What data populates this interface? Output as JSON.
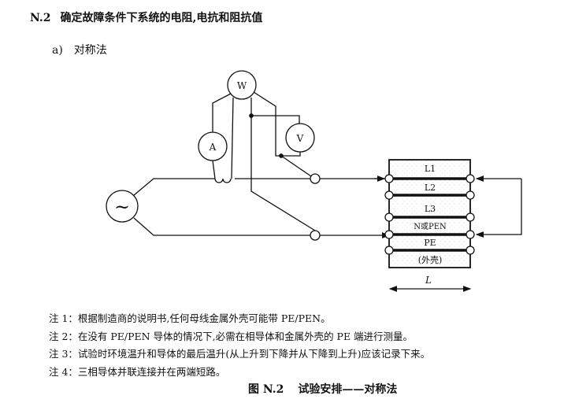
{
  "heading": {
    "number": "N.2",
    "title": "确定故障条件下系统的电阻,电抗和阻抗值"
  },
  "subheading": {
    "number": "a)",
    "title": "对称法"
  },
  "diagram": {
    "meters": {
      "wattmeter": "W",
      "ammeter": "A",
      "voltmeter": "V"
    },
    "source_symbol": "~",
    "conductors": [
      "L1",
      "L2",
      "L3",
      "N或PEN",
      "PE",
      "(外壳)"
    ],
    "length_label": "L"
  },
  "notes": [
    "注 1：根据制造商的说明书,任何母线金属外壳可能带 PE/PEN。",
    "注 2：在没有 PE/PEN 导体的情况下,必需在相导体和金属外壳的 PE 端进行测量。",
    "注 3：试验时环境温升和导体的最后温升(从上升到下降并从下降到上升)应该记录下来。",
    "注 4：三相导体并联连接并在两端短路。"
  ],
  "caption": {
    "number": "图 N.2",
    "title": "试验安排——对称法"
  }
}
